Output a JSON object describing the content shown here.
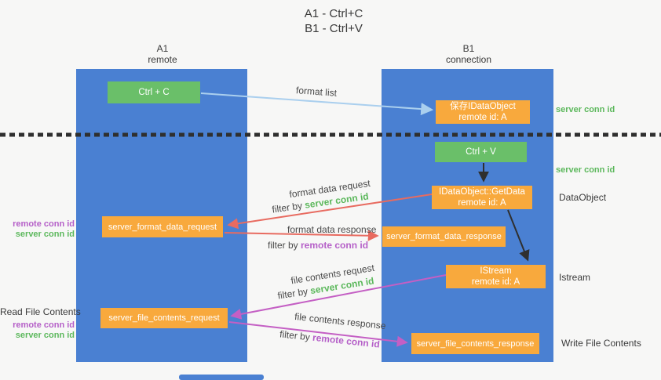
{
  "title": {
    "line1": "A1 - Ctrl+C",
    "line2": "B1 - Ctrl+V"
  },
  "lane_a": {
    "name": "A1",
    "role": "remote"
  },
  "lane_b": {
    "name": "B1",
    "role": "connection"
  },
  "boxes": {
    "ctrl_c": {
      "label": "Ctrl + C"
    },
    "save_dataobject": {
      "line1": "保存IDataObject",
      "line2": "remote id: A"
    },
    "ctrl_v": {
      "label": "Ctrl + V"
    },
    "getdata": {
      "line1": "IDataObject::GetData",
      "line2": "remote id: A"
    },
    "format_request": {
      "label": "server_format_data_request"
    },
    "format_response": {
      "label": "server_format_data_response"
    },
    "istream": {
      "line1": "IStream",
      "line2": "remote id: A"
    },
    "file_request": {
      "label": "server_file_contents_request"
    },
    "file_response": {
      "label": "server_file_contents_response"
    }
  },
  "flow_labels": {
    "format_list": "format list",
    "format_data_request": "format data request",
    "format_data_request_filter_prefix": "filter by ",
    "format_data_request_filter_id": "server conn id",
    "format_data_response": "format data response",
    "format_data_response_filter_prefix": "filter by ",
    "format_data_response_filter_id": "remote conn id",
    "file_contents_request": "file contents request",
    "file_contents_request_filter_prefix": "filter by ",
    "file_contents_request_filter_id": "server conn id",
    "file_contents_response": "file contents response",
    "file_contents_response_filter_prefix": "filter by ",
    "file_contents_response_filter_id": "remote conn id"
  },
  "left_labels": {
    "remote_conn_id_1": "remote conn id",
    "server_conn_id_1": "server conn id",
    "read_file_contents": "Read File Contents",
    "remote_conn_id_2": "remote conn id",
    "server_conn_id_2": "server conn id"
  },
  "right_labels": {
    "server_conn_id_1": "server conn id",
    "server_conn_id_2": "server conn id",
    "dataobject": "DataObject",
    "istream": "Istream",
    "write_file_contents": "Write File Contents"
  },
  "colors": {
    "lane_blue": "#4a80d2",
    "box_green": "#6abf69",
    "box_orange": "#f8a93d",
    "arrow_red": "#e86b60",
    "arrow_magenta": "#c45fc4",
    "arrow_light_blue": "#aacfee",
    "arrow_black": "#2f2f2f",
    "text_green": "#5cb85c",
    "text_purple": "#b55fc8"
  }
}
